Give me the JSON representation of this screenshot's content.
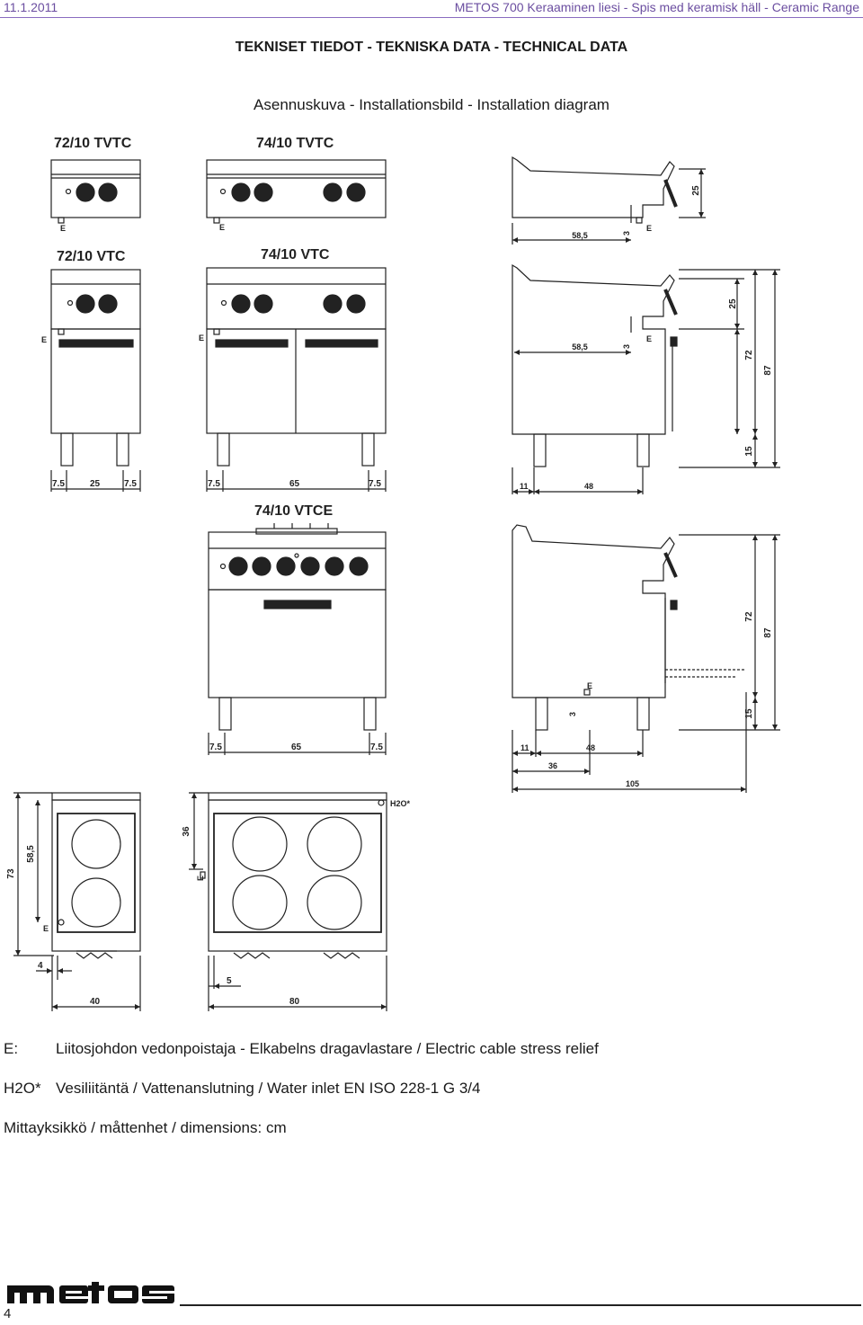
{
  "header": {
    "date": "11.1.2011",
    "title": "METOS 700 Keraaminen liesi - Spis med keramisk häll - Ceramic Range"
  },
  "section_title": "TEKNISET TIEDOT - TEKNISKA DATA - TECHNICAL DATA",
  "subtitle": "Asennuskuva - Installationsbild - Installation diagram",
  "models": {
    "m7210tvtc": "72/10 TVTC",
    "m7410tvtc": "74/10 TVTC",
    "m7210vtc": "72/10 VTC",
    "m7410vtc": "74/10 VTC",
    "m7410vtce": "74/10 VTCE"
  },
  "dimensions": {
    "d58_5": "58,5",
    "d3": "3",
    "d25": "25",
    "d72": "72",
    "d87": "87",
    "d15": "15",
    "d11": "11",
    "d48": "48",
    "d36": "36",
    "d105": "105",
    "d7_5": "7.5",
    "d65": "65",
    "d73": "73",
    "d4": "4",
    "d5": "5",
    "d40": "40",
    "d80": "80",
    "e_marker": "E",
    "h2o": "H2O*"
  },
  "legend": [
    {
      "key": "E:",
      "text": "Liitosjohdon vedonpoistaja - Elkabelns dragavlastare / Electric cable stress relief"
    },
    {
      "key": "H2O*",
      "text": "Vesiliitäntä / Vattenanslutning / Water inlet EN ISO 228-1 G 3/4"
    }
  ],
  "units": "Mittayksikkö / måttenhet / dimensions: cm",
  "logo": "metos",
  "page_number": "4"
}
